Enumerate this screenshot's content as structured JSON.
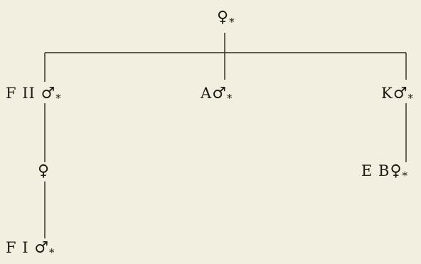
{
  "pedigree": {
    "root": {
      "id": "",
      "symbol": "♀",
      "star": "*"
    },
    "children": [
      {
        "key": "f2",
        "id": "F II ",
        "symbol": "♂",
        "star": "*"
      },
      {
        "key": "a",
        "id": "A",
        "symbol": "♂",
        "star": "*"
      },
      {
        "key": "k",
        "id": "K",
        "symbol": "♂",
        "star": "*"
      }
    ],
    "left_mid": {
      "id": "",
      "symbol": "♀",
      "star": ""
    },
    "left_bottom": {
      "id": "F I ",
      "symbol": "♂",
      "star": "*"
    },
    "right_bottom": {
      "id": "E B",
      "symbol": "♀",
      "star": "*"
    }
  }
}
